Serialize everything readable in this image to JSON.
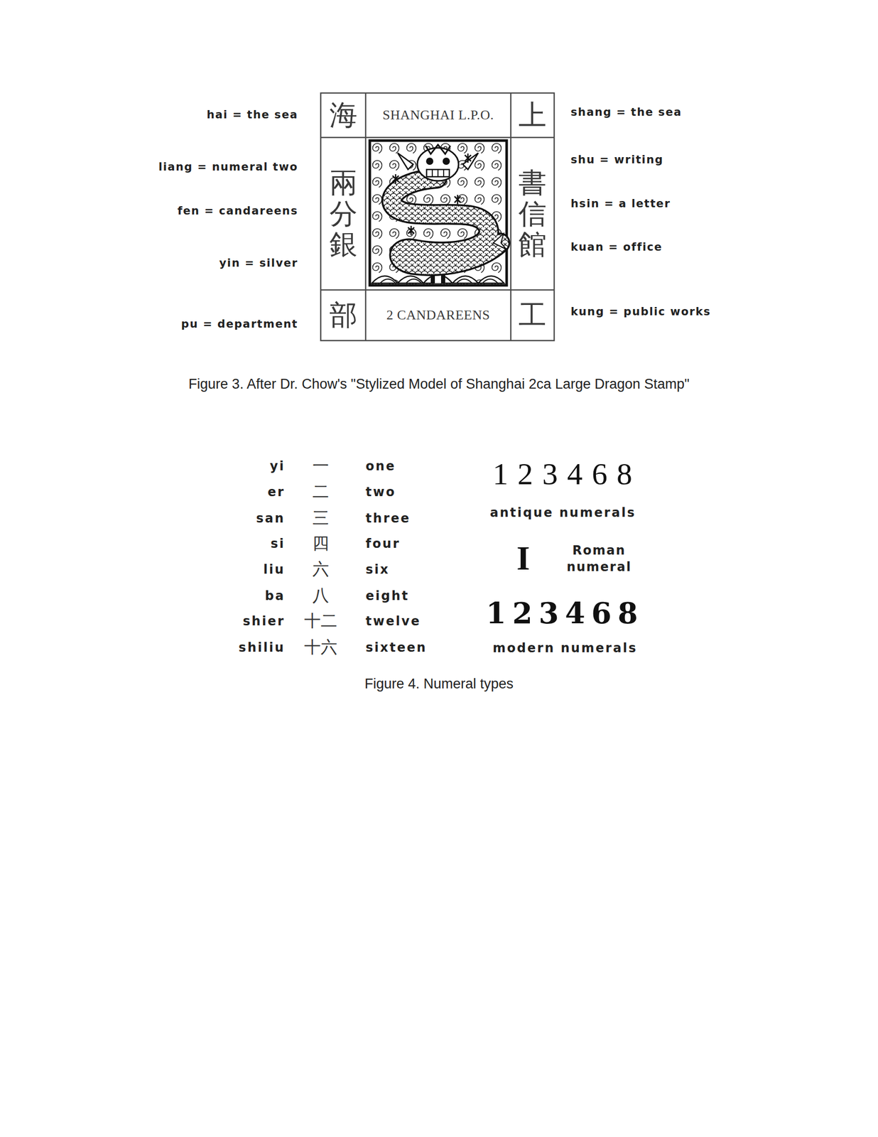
{
  "diagram": {
    "nodes": [
      {
        "text": [
          "海"
        ]
      },
      {
        "text": [
          "兩分銀"
        ]
      },
      {
        "text": [
          "部"
        ]
      },
      {
        "text": [
          "SHANGHAI L.P.O."
        ]
      },
      {
        "text": [
          "2 CANDAREENS"
        ]
      },
      {
        "text": [
          "上"
        ]
      },
      {
        "text": [
          "書信館"
        ]
      },
      {
        "text": [
          "工"
        ]
      }
    ],
    "labels": [
      "hai = the sea",
      "liang = numeral two",
      "fen = candareens",
      "yin = silver",
      "pu = department",
      "shang = the sea",
      "shu = writing",
      "hsin = a letter",
      "kuan = office",
      "kung = public works",
      "Figure 3. After Dr. Chow's \"Stylized Model of Shanghai 2ca Large Dragon Stamp\"",
      "yi",
      "er",
      "san",
      "si",
      "liu",
      "ba",
      "shier",
      "shiliu",
      "一",
      "二",
      "三",
      "四",
      "六",
      "八",
      "十二",
      "十六",
      "one",
      "two",
      "three",
      "four",
      "six",
      "eight",
      "twelve",
      "sixteen",
      "123468",
      "antique numerals",
      "I",
      "Roman numeral",
      "123468",
      "modern numerals",
      "Figure 4. Numeral types"
    ]
  }
}
